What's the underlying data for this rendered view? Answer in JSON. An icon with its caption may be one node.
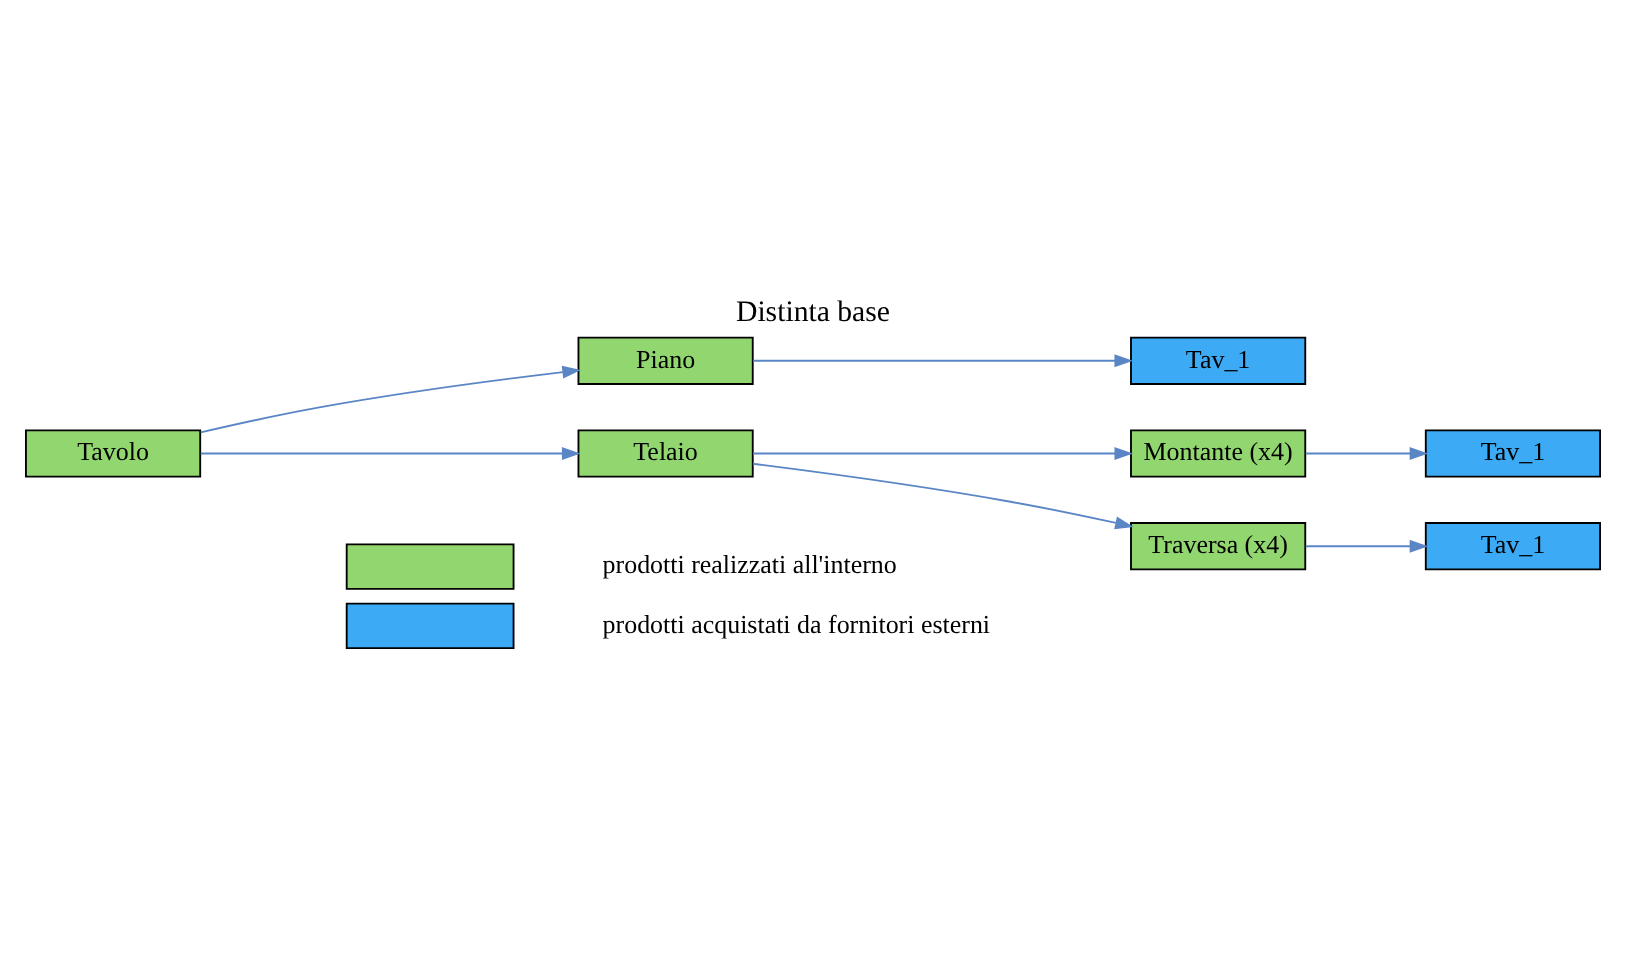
{
  "diagram": {
    "title": "Distinta base",
    "nodes": [
      {
        "text": [
          "Tavolo"
        ]
      },
      {
        "text": [
          "Piano"
        ]
      },
      {
        "text": [
          "Tav_1"
        ]
      },
      {
        "text": [
          "Telaio"
        ]
      },
      {
        "text": [
          "Montante (x4)"
        ]
      },
      {
        "text": [
          "Traversa (x4)"
        ]
      },
      {
        "text": [
          "Tav_1"
        ]
      },
      {
        "text": [
          "Tav_1"
        ]
      }
    ],
    "edges": [
      {
        "from": 0,
        "to": 1,
        "arrow": "to"
      },
      {
        "from": 1,
        "to": 2,
        "arrow": "to"
      },
      {
        "from": 0,
        "to": 3,
        "arrow": "to"
      },
      {
        "from": 3,
        "to": 4,
        "arrow": "to"
      },
      {
        "from": 3,
        "to": 5,
        "arrow": "to"
      },
      {
        "from": 4,
        "to": 6,
        "arrow": "to"
      },
      {
        "from": 5,
        "to": 7,
        "arrow": "to"
      }
    ],
    "legend": [
      {
        "text": "prodotti realizzati all'interno",
        "color": "#92d66f"
      },
      {
        "text": "prodotti acquistati da fornitori esterni",
        "color": "#3caaf5"
      }
    ]
  }
}
